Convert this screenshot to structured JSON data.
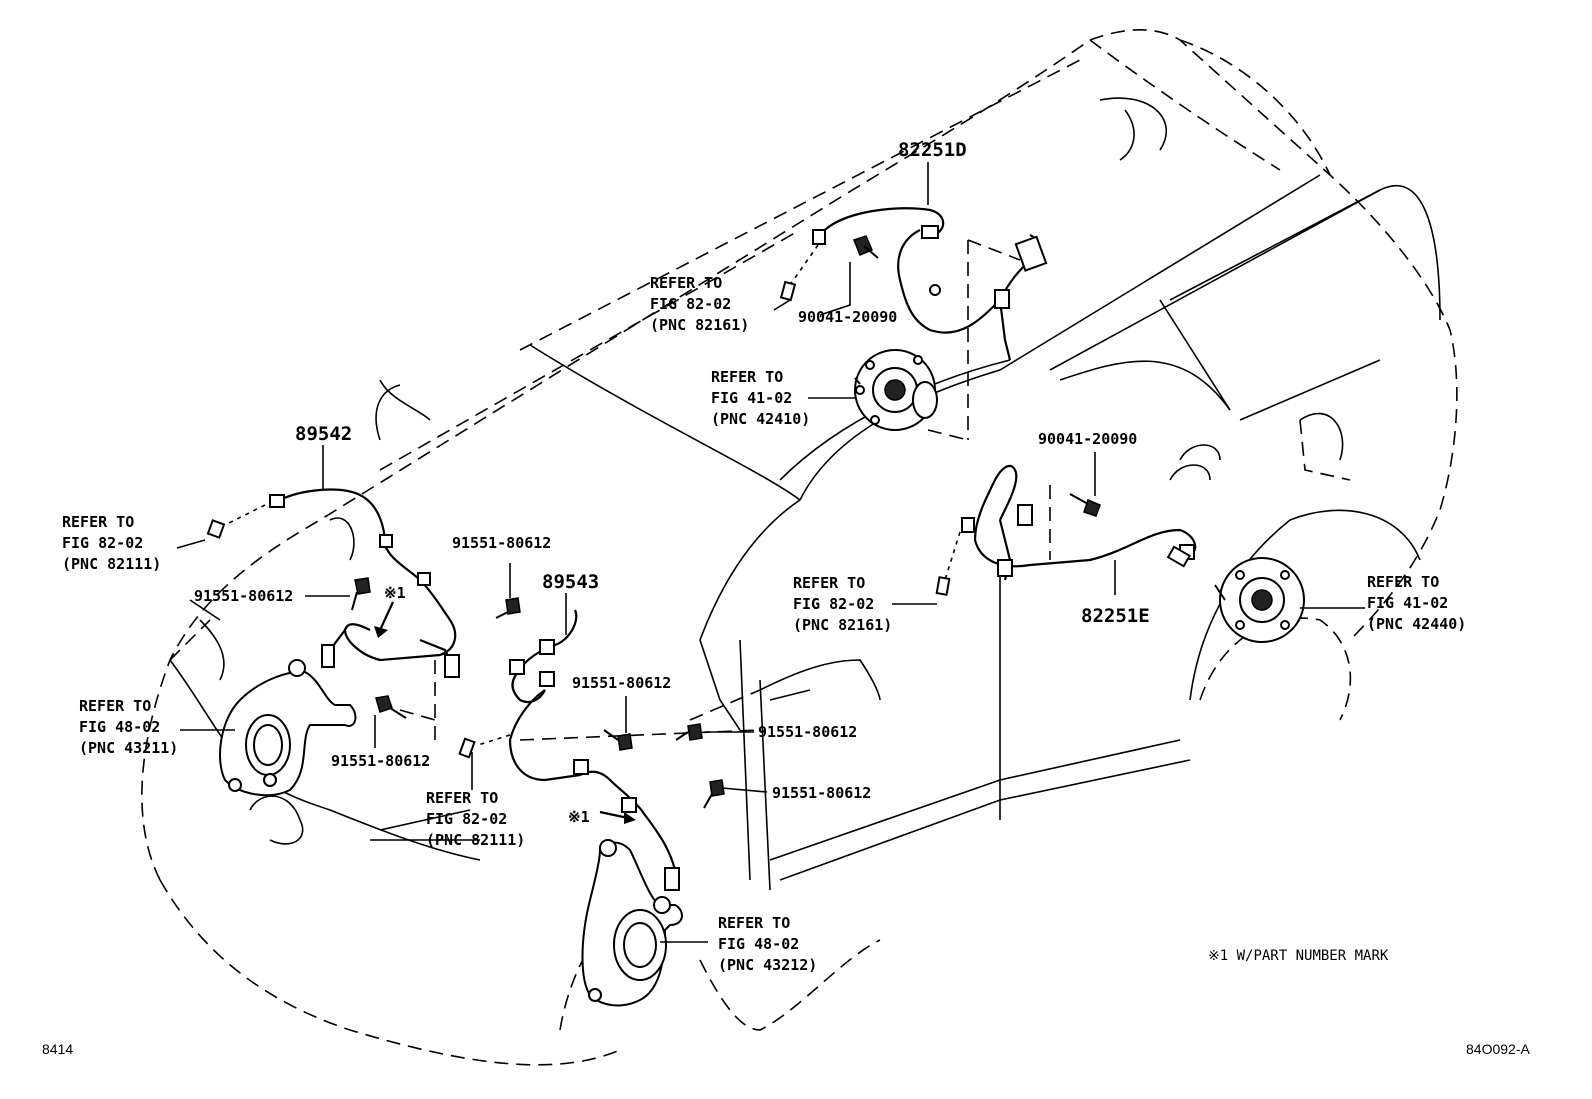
{
  "labels": {
    "p82251D": "82251D",
    "p82251E": "82251E",
    "p89542": "89542",
    "p89543": "89543",
    "bolt_90041_a": "90041-20090",
    "bolt_90041_b": "90041-20090",
    "bolt_91551_a": "91551-80612",
    "bolt_91551_b": "91551-80612",
    "bolt_91551_c": "91551-80612",
    "bolt_91551_d": "91551-80612",
    "bolt_91551_e": "91551-80612",
    "bolt_91551_f": "91551-80612",
    "mark_a": "※1",
    "mark_b": "※1"
  },
  "refs": {
    "rr_upper_wire": [
      "REFER TO",
      "FIG 82-02",
      "(PNC 82161)"
    ],
    "rr_upper_hub": [
      "REFER TO",
      "FIG 41-02",
      "(PNC 42410)"
    ],
    "fr_left_wire": [
      "REFER TO",
      "FIG 82-02",
      "(PNC 82111)"
    ],
    "fr_left_knuckle": [
      "REFER TO",
      "FIG 48-02",
      "(PNC 43211)"
    ],
    "fr_center_wire": [
      "REFER TO",
      "FIG 82-02",
      "(PNC 82111)"
    ],
    "fr_right_knuckle": [
      "REFER TO",
      "FIG 48-02",
      "(PNC 43212)"
    ],
    "rr_center_wire": [
      "REFER TO",
      "FIG 82-02",
      "(PNC 82161)"
    ],
    "rr_right_hub": [
      "REFER TO",
      "FIG 41-02",
      "(PNC 42440)"
    ]
  },
  "note": "※1 W/PART NUMBER MARK",
  "footer": {
    "left": "8414",
    "right": "84O092-A"
  }
}
